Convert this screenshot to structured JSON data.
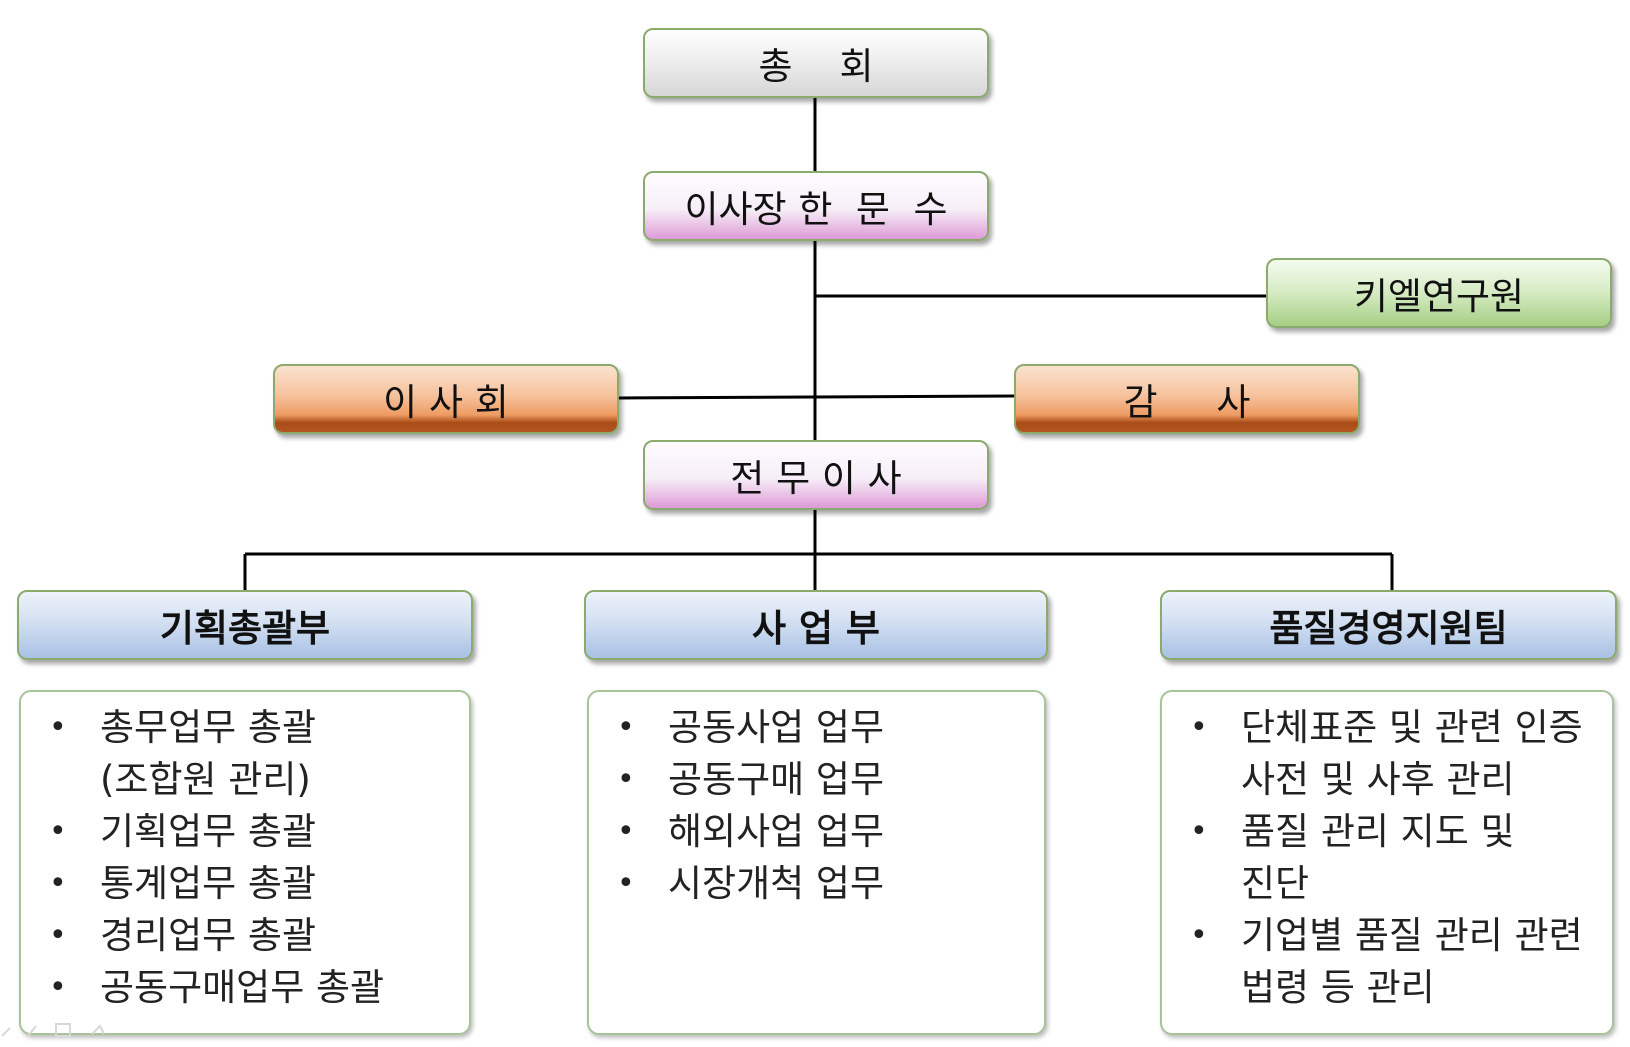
{
  "org_chart": {
    "top": {
      "label": "총    회"
    },
    "chairman": {
      "label": "이사장 한  문  수"
    },
    "research": {
      "label": "키엘연구원"
    },
    "board": {
      "label": "이 사 회"
    },
    "audit": {
      "label": "감     사"
    },
    "executive": {
      "label": "전 무 이 사"
    },
    "departments": [
      {
        "label": "기획총괄부",
        "duties": [
          "총무업무 총괄\n(조합원 관리)",
          "기획업무 총괄",
          "통계업무 총괄",
          "경리업무 총괄",
          "공동구매업무 총괄"
        ]
      },
      {
        "label": "사 업 부",
        "duties": [
          "공동사업 업무",
          "공동구매 업무",
          "해외사업 업무",
          "시장개척 업무"
        ]
      },
      {
        "label": "품질경영지원팀",
        "duties": [
          "단체표준 및 관련 인증\n사전 및 사후 관리",
          "품질 관리 지도 및\n진단",
          "기업별 품질 관리 관련\n법령 등 관리"
        ]
      }
    ]
  },
  "colors": {
    "connector": "#000000",
    "node_border": "#8aaa6e",
    "grey_fill": "#e2e2e2",
    "pink_fill": "#e8bde3",
    "green_fill": "#a6cf85",
    "orange_fill": "#ee9c63",
    "blue_fill": "#a9c1e5"
  }
}
